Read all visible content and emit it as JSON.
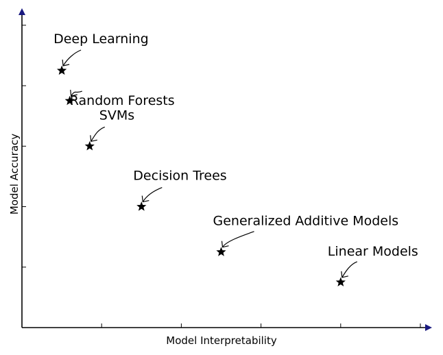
{
  "chart_data": {
    "type": "scatter",
    "xlabel": "Model Interpretability",
    "ylabel": "Model Accuracy",
    "xlim": [
      0,
      10
    ],
    "ylim": [
      0,
      10.2
    ],
    "grid": false,
    "legend": "none",
    "marker": "star",
    "color": "#000000",
    "axis_arrow_color": "#1a1a80",
    "points": [
      {
        "label": "Deep Learning",
        "x": 1.0,
        "y": 8.5
      },
      {
        "label": "Random Forests",
        "x": 1.2,
        "y": 7.5
      },
      {
        "label": "SVMs",
        "x": 1.7,
        "y": 6.0
      },
      {
        "label": "Decision Trees",
        "x": 3.0,
        "y": 4.0
      },
      {
        "label": "Generalized Additive Models",
        "x": 5.0,
        "y": 2.5
      },
      {
        "label": "Linear Models",
        "x": 8.0,
        "y": 1.5
      }
    ]
  }
}
